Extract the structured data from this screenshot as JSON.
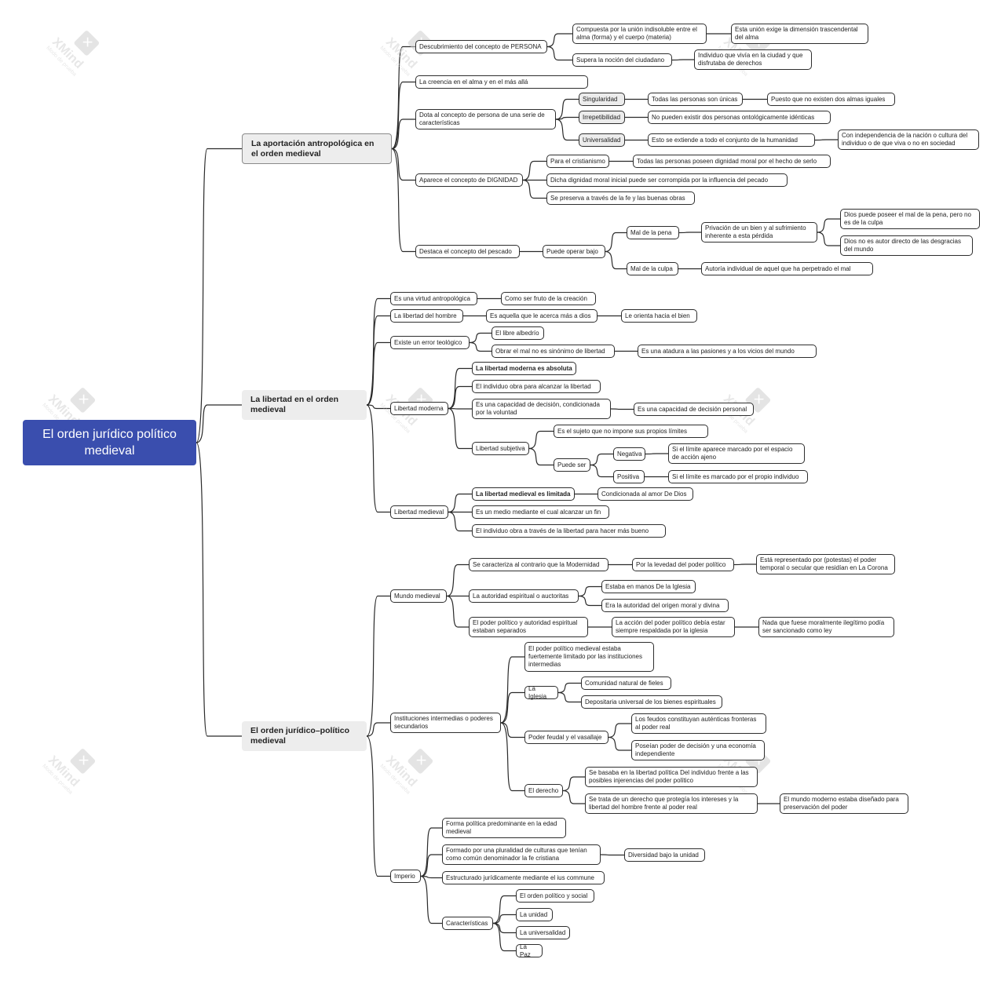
{
  "root": {
    "label": "El orden jurídico político medieval",
    "color": "#3a4eae"
  },
  "watermark": {
    "brand": "XMind",
    "mode": "Modo de prueba"
  },
  "branches": [
    {
      "label": "La aportación antropológica en el orden medieval",
      "children": [
        {
          "label": "Descubrimiento del concepto de PERSONA",
          "children": [
            {
              "label": "Compuesta por la unión indisoluble entre el alma (forma) y el cuerpo (materia)",
              "children": [
                {
                  "label": "Esta unión exige la dimensión trascendental del alma"
                }
              ]
            },
            {
              "label": "Supera la noción del ciudadano",
              "children": [
                {
                  "label": "Individuo que vivía en la ciudad y que disfrutaba de derechos"
                }
              ]
            }
          ]
        },
        {
          "label": "La creencia en el alma y en el más allá"
        },
        {
          "label": "Dota al concepto de persona de una serie de características",
          "children": [
            {
              "label": "Singularidad",
              "children": [
                {
                  "label": "Todas las personas son únicas",
                  "children": [
                    {
                      "label": "Puesto que no existen dos almas iguales"
                    }
                  ]
                }
              ]
            },
            {
              "label": "Irrepetibilidad",
              "children": [
                {
                  "label": "No pueden existir dos personas ontológicamente idénticas"
                }
              ]
            },
            {
              "label": "Universalidad",
              "children": [
                {
                  "label": "Esto se extiende a todo el conjunto de la humanidad",
                  "children": [
                    {
                      "label": "Con independencia de la nación o cultura del individuo o de que viva o no en sociedad"
                    }
                  ]
                }
              ]
            }
          ]
        },
        {
          "label": "Aparece el concepto de DIGNIDAD",
          "children": [
            {
              "label": "Para el cristianismo",
              "children": [
                {
                  "label": "Todas las personas poseen dignidad moral por el hecho de serlo"
                }
              ]
            },
            {
              "label": "Dicha dignidad moral inicial puede ser corrompida por la influencia del pecado"
            },
            {
              "label": "Se preserva a través de la fe y las buenas obras"
            }
          ]
        },
        {
          "label": "Destaca el concepto del pescado",
          "children": [
            {
              "label": "Puede operar bajo",
              "children": [
                {
                  "label": "Mal de la pena",
                  "children": [
                    {
                      "label": "Privación de un bien y al sufrimiento inherente a esta pérdida",
                      "children": [
                        {
                          "label": "Dios puede poseer el mal de la pena, pero no es de la culpa"
                        },
                        {
                          "label": "Dios no es autor directo de las desgracias del mundo"
                        }
                      ]
                    }
                  ]
                },
                {
                  "label": "Mal de la culpa",
                  "children": [
                    {
                      "label": "Autoría individual de aquel que ha perpetrado el mal"
                    }
                  ]
                }
              ]
            }
          ]
        }
      ]
    },
    {
      "label": "La libertad en el orden medieval",
      "children": [
        {
          "label": "Es una virtud antropológica",
          "children": [
            {
              "label": "Como ser fruto de la creación"
            }
          ]
        },
        {
          "label": "La libertad del hombre",
          "children": [
            {
              "label": "Es aquella que le acerca más a dios",
              "children": [
                {
                  "label": "Le orienta hacia el bien"
                }
              ]
            }
          ]
        },
        {
          "label": "Existe un error teológico",
          "children": [
            {
              "label": "El libre albedrío"
            },
            {
              "label": "Obrar el mal no es sinónimo de libertad",
              "children": [
                {
                  "label": "Es una atadura a las pasiones y a los vicios del mundo"
                }
              ]
            }
          ]
        },
        {
          "label": "Libertad moderna",
          "children": [
            {
              "label": "La libertad moderna es absoluta"
            },
            {
              "label": "El individuo obra para alcanzar la libertad"
            },
            {
              "label": "Es una capacidad de decisión, condicionada por la voluntad",
              "children": [
                {
                  "label": "Es una capacidad de decisión personal"
                }
              ]
            },
            {
              "label": "Libertad subjetiva",
              "children": [
                {
                  "label": "Es el sujeto que no impone sus propios límites"
                },
                {
                  "label": "Puede ser",
                  "children": [
                    {
                      "label": "Negativa",
                      "children": [
                        {
                          "label": "Si el límite aparece marcado por el espacio de acción ajeno"
                        }
                      ]
                    },
                    {
                      "label": "Positiva",
                      "children": [
                        {
                          "label": "Si el límite es marcado por el propio individuo"
                        }
                      ]
                    }
                  ]
                }
              ]
            }
          ]
        },
        {
          "label": "Libertad medieval",
          "children": [
            {
              "label": "La libertad medieval es limitada",
              "children": [
                {
                  "label": "Condicionada al amor De Dios"
                }
              ]
            },
            {
              "label": "Es un medio mediante el cual alcanzar un fin"
            },
            {
              "label": "El individuo obra a través de la libertad para hacer más bueno"
            }
          ]
        }
      ]
    },
    {
      "label": "El orden jurídico–político medieval",
      "children": [
        {
          "label": "Mundo medieval",
          "children": [
            {
              "label": "Se caracteriza al contrario que la Modernidad",
              "children": [
                {
                  "label": "Por la levedad del poder político",
                  "children": [
                    {
                      "label": "Está representado por (potestas) el poder temporal o secular que residían en La Corona"
                    }
                  ]
                }
              ]
            },
            {
              "label": "La autoridad espiritual o auctoritas",
              "children": [
                {
                  "label": "Estaba en manos De la Iglesia"
                },
                {
                  "label": "Era la autoridad del origen moral y divina"
                }
              ]
            },
            {
              "label": "El poder político y autoridad espiritual estaban separados",
              "children": [
                {
                  "label": "La acción del poder político debía estar siempre respaldada por la iglesia",
                  "children": [
                    {
                      "label": "Nada que fuese moralmente ilegítimo podía ser sancionado como ley"
                    }
                  ]
                }
              ]
            }
          ]
        },
        {
          "label": "Instituciones intermedias o poderes secundarios",
          "children": [
            {
              "label": "El poder político medieval estaba fuertemente limitado por las instituciones intermedias"
            },
            {
              "label": "La Iglesia",
              "children": [
                {
                  "label": "Comunidad natural de fieles"
                },
                {
                  "label": "Depositaria universal de los bienes espirituales"
                }
              ]
            },
            {
              "label": "Poder feudal y el vasallaje",
              "children": [
                {
                  "label": "Los feudos constituyan auténticas fronteras al poder real"
                },
                {
                  "label": "Poseían poder de decisión y una economía independiente"
                }
              ]
            },
            {
              "label": "El derecho",
              "children": [
                {
                  "label": "Se basaba en la libertad política Del individuo frente a las posibles injerencias del poder político"
                },
                {
                  "label": "Se trata de un derecho que protegía los intereses y la libertad del hombre frente al poder real",
                  "children": [
                    {
                      "label": "El mundo moderno estaba diseñado para preservación del poder"
                    }
                  ]
                }
              ]
            }
          ]
        },
        {
          "label": "Imperio",
          "children": [
            {
              "label": "Forma política predominante en la edad medieval"
            },
            {
              "label": "Formado por una pluralidad de culturas que tenían como común denominador la fe cristiana",
              "children": [
                {
                  "label": "Diversidad bajo la unidad"
                }
              ]
            },
            {
              "label": "Estructurado jurídicamente mediante el ius commune"
            },
            {
              "label": "Características",
              "children": [
                {
                  "label": "El orden político y social"
                },
                {
                  "label": "La unidad"
                },
                {
                  "label": "La universalidad"
                },
                {
                  "label": "La Paz"
                }
              ]
            }
          ]
        }
      ]
    }
  ]
}
